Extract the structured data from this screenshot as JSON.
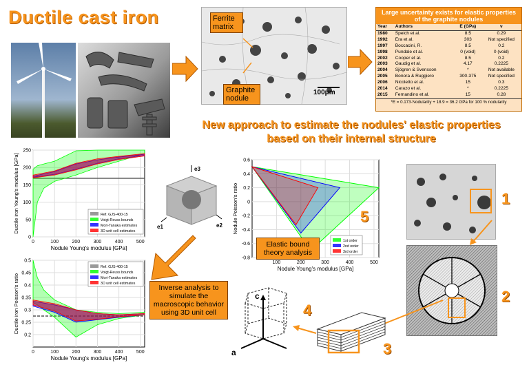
{
  "title": "Ductile cast iron",
  "subtitle": "New approach to estimate the nodules' elastic properties based on their internal structure",
  "micrograph": {
    "ferrite_label": "Ferrite matrix",
    "graphite_label": "Graphite nodule",
    "scale": "100μm"
  },
  "uncertainty_table": {
    "heading": "Large uncertainty exists for elastic properties of the graphite nodules",
    "columns": [
      "Year",
      "Authors",
      "E (GPa)",
      "ν"
    ],
    "rows": [
      [
        "1980",
        "Speich et al.",
        "8.5",
        "0.29"
      ],
      [
        "1992",
        "Era et al.",
        "303",
        "Not specified"
      ],
      [
        "1997",
        "Boccacini, R.",
        "8.5",
        "0.2"
      ],
      [
        "1998",
        "Pundale et al.",
        "0 (void)",
        "0 (void)"
      ],
      [
        "2002",
        "Cooper et al.",
        "8.5",
        "0.2"
      ],
      [
        "2003",
        "Gaudig et al.",
        "4.17",
        "0.2225"
      ],
      [
        "2004",
        "Sjögren & Svensson",
        "*",
        "Not available"
      ],
      [
        "2005",
        "Bonora & Ruggiero",
        "300-375",
        "Not specified"
      ],
      [
        "2006",
        "Nicoletto et al.",
        "15",
        "0.3"
      ],
      [
        "2014",
        "Carazo et al.",
        "*",
        "0.2225"
      ],
      [
        "2015",
        "Fernandino et al.",
        "15",
        "0.28"
      ]
    ],
    "footnote": "*E = 0.173·Nodularity + 18.9  = 36.2 GPa for 100 % nodularity"
  },
  "cube_axes": [
    "e3",
    "e1",
    "e2"
  ],
  "lattice_axes": [
    "c",
    "a"
  ],
  "step_numbers": [
    "1",
    "2",
    "3",
    "4",
    "5"
  ],
  "labels": {
    "inverse_analysis": "Inverse analysis to simulate the macroscopic behavior using 3D unit cell",
    "elastic_bound": "Elastic bound theory analysis"
  },
  "colors": {
    "accent": "#f7941d",
    "green": "#00ff00",
    "blue": "#0000ff",
    "red": "#ff0000",
    "gray": "#808080"
  },
  "chart_data": [
    {
      "type": "line",
      "xlabel": "Nodule Young's modulus [GPa]",
      "ylabel": "Ductile iron Young's modulus [GPa]",
      "xlim": [
        0,
        520
      ],
      "ylim": [
        0,
        250
      ],
      "xticks": [
        0,
        100,
        200,
        300,
        400,
        500
      ],
      "yticks": [
        0,
        50,
        100,
        150,
        200,
        250
      ],
      "legend": [
        "Ref. GJS-400-15",
        "Voigt-Reuss bounds",
        "Mori-Tanaka estimates",
        "3D unit cell estimates"
      ],
      "legend_position": "bottom-right",
      "series": [
        {
          "name": "Ref. GJS-400-15",
          "x": [
            0,
            520
          ],
          "y": [
            169,
            169
          ]
        },
        {
          "name": "Voigt-Reuss bounds",
          "x": [
            0,
            20,
            50,
            100,
            200,
            300,
            400,
            520
          ],
          "upper": [
            195,
            205,
            210,
            218,
            248,
            250,
            250,
            250
          ],
          "lower": [
            0,
            100,
            140,
            160,
            178,
            200,
            218,
            240
          ]
        },
        {
          "name": "Mori-Tanaka estimates",
          "x": [
            0,
            100,
            200,
            300,
            400,
            520
          ],
          "upper": [
            175,
            188,
            210,
            222,
            230,
            238
          ],
          "lower": [
            172,
            180,
            195,
            212,
            225,
            235
          ]
        },
        {
          "name": "3D unit cell estimates",
          "x": [
            0,
            100,
            200,
            300,
            400,
            520
          ],
          "upper": [
            178,
            190,
            212,
            225,
            232,
            240
          ],
          "lower": [
            170,
            178,
            193,
            210,
            223,
            233
          ]
        }
      ]
    },
    {
      "type": "line",
      "xlabel": "Nodule Young's modulus [GPa]",
      "ylabel": "Ductile iron Poisson's ratio",
      "xlim": [
        0,
        520
      ],
      "ylim": [
        0.15,
        0.5
      ],
      "xticks": [
        0,
        100,
        200,
        300,
        400,
        500
      ],
      "yticks": [
        0.2,
        0.25,
        0.3,
        0.35,
        0.4,
        0.45,
        0.5
      ],
      "legend": [
        "Ref. GJS-400-15",
        "Voigt-Reuss bounds",
        "Mori-Tanaka estimates",
        "3D unit cell estimates"
      ],
      "legend_position": "top-right",
      "series": [
        {
          "name": "Ref. GJS-400-15",
          "x": [
            0,
            520
          ],
          "y": [
            0.275,
            0.275
          ]
        },
        {
          "name": "Voigt-Reuss bounds",
          "x": [
            0,
            20,
            50,
            100,
            200,
            300,
            400,
            520
          ],
          "upper": [
            0.5,
            0.43,
            0.38,
            0.34,
            0.3,
            0.29,
            0.285,
            0.29
          ],
          "lower": [
            0.33,
            0.32,
            0.3,
            0.27,
            0.19,
            0.24,
            0.265,
            0.28
          ]
        },
        {
          "name": "Mori-Tanaka estimates",
          "x": [
            0,
            100,
            200,
            300,
            400,
            520
          ],
          "upper": [
            0.335,
            0.32,
            0.3,
            0.285,
            0.28,
            0.285
          ],
          "lower": [
            0.315,
            0.29,
            0.25,
            0.26,
            0.27,
            0.28
          ]
        },
        {
          "name": "3D unit cell estimates",
          "x": [
            0,
            100,
            200,
            300,
            400,
            520
          ],
          "upper": [
            0.34,
            0.325,
            0.3,
            0.285,
            0.28,
            0.285
          ],
          "lower": [
            0.32,
            0.295,
            0.255,
            0.262,
            0.272,
            0.28
          ]
        }
      ]
    },
    {
      "type": "area",
      "xlabel": "Nodule Young's modulus [GPa]",
      "ylabel": "Nodule Poisson's ratio",
      "xlim": [
        0,
        520
      ],
      "ylim": [
        -0.8,
        0.6
      ],
      "xticks": [
        100,
        200,
        300,
        400,
        500
      ],
      "yticks": [
        -0.8,
        -0.6,
        -0.4,
        -0.2,
        0,
        0.2,
        0.4,
        0.6
      ],
      "legend": [
        "1st order",
        "2nd order",
        "3rd order"
      ],
      "legend_position": "bottom-right",
      "series": [
        {
          "name": "1st order",
          "polygon": [
            [
              0,
              0.5
            ],
            [
              520,
              0.2
            ],
            [
              240,
              -0.7
            ]
          ]
        },
        {
          "name": "2nd order",
          "polygon": [
            [
              0,
              0.5
            ],
            [
              360,
              0.2
            ],
            [
              200,
              -0.45
            ]
          ]
        },
        {
          "name": "3rd order",
          "polygon": [
            [
              0,
              0.5
            ],
            [
              270,
              0.2
            ],
            [
              180,
              -0.33
            ]
          ]
        }
      ]
    }
  ]
}
